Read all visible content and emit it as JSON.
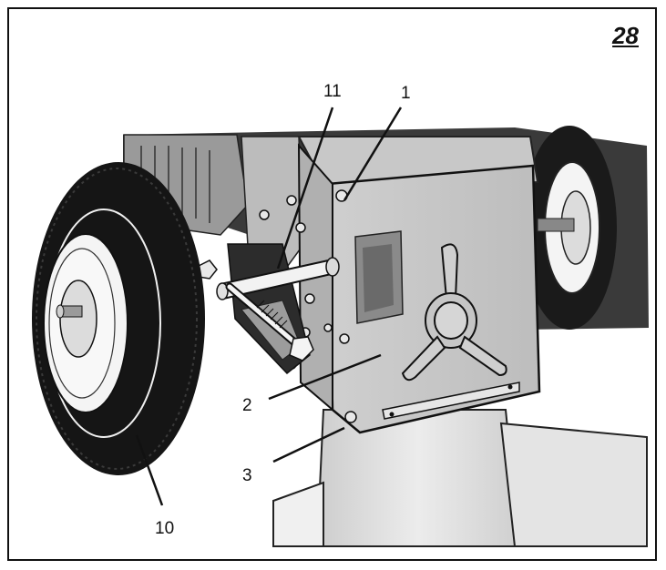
{
  "figure": {
    "number": "28"
  },
  "callouts": {
    "c1": "1",
    "c2": "2",
    "c3": "3",
    "c10": "10",
    "c11": "11"
  }
}
